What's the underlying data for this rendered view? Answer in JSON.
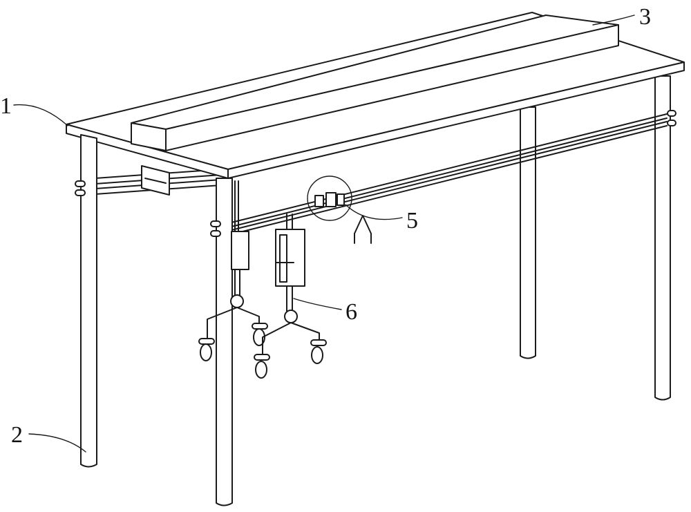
{
  "figure": {
    "callouts": [
      {
        "id": "label-1",
        "text": "1"
      },
      {
        "id": "label-2",
        "text": "2"
      },
      {
        "id": "label-3",
        "text": "3"
      },
      {
        "id": "label-5",
        "text": "5"
      },
      {
        "id": "label-6",
        "text": "6"
      }
    ],
    "line_color": "#1a1a1a",
    "background": "#ffffff"
  }
}
